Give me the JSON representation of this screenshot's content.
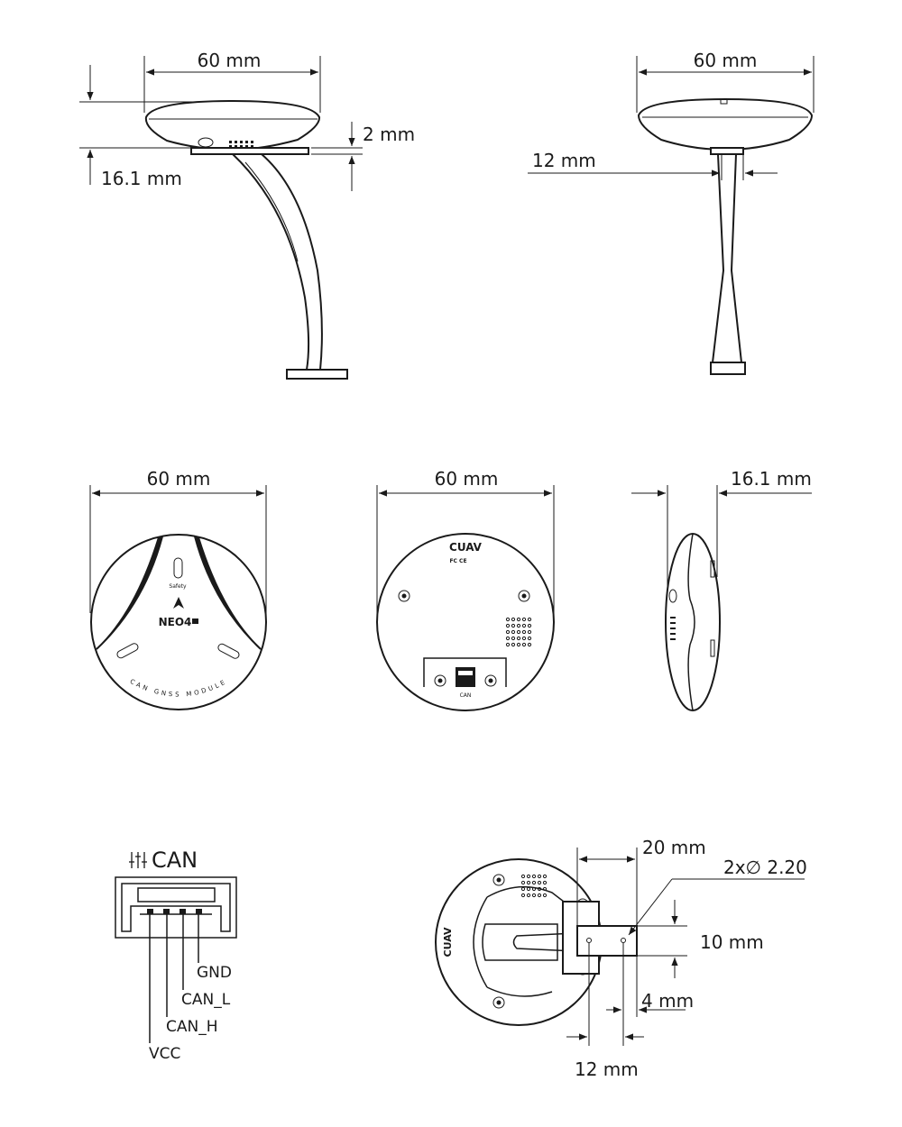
{
  "views": {
    "side_mast": {
      "width_label": "60 mm",
      "height_label": "16.1 mm",
      "plate_label": "2 mm"
    },
    "front_mast": {
      "width_label": "60 mm",
      "mast_label": "12 mm"
    },
    "top": {
      "width_label": "60 mm",
      "button_label": "Safety",
      "product_name": "NEO4",
      "ring_text": "CAN GNSS MODULE"
    },
    "bottom": {
      "width_label": "60 mm",
      "brand": "CUAV",
      "cert_marks": "FC CE",
      "port_label": "CAN"
    },
    "profile": {
      "height_label": "16.1 mm"
    },
    "mount": {
      "width_label": "20 mm",
      "hole_label": "2x∅ 2.20",
      "hole_spacing_label": "10 mm",
      "offset_label": "4 mm",
      "bracket_label": "12 mm",
      "brand": "CUAV"
    }
  },
  "connector": {
    "title": "CAN",
    "pins": [
      "GND",
      "CAN_L",
      "CAN_H",
      "VCC"
    ]
  }
}
